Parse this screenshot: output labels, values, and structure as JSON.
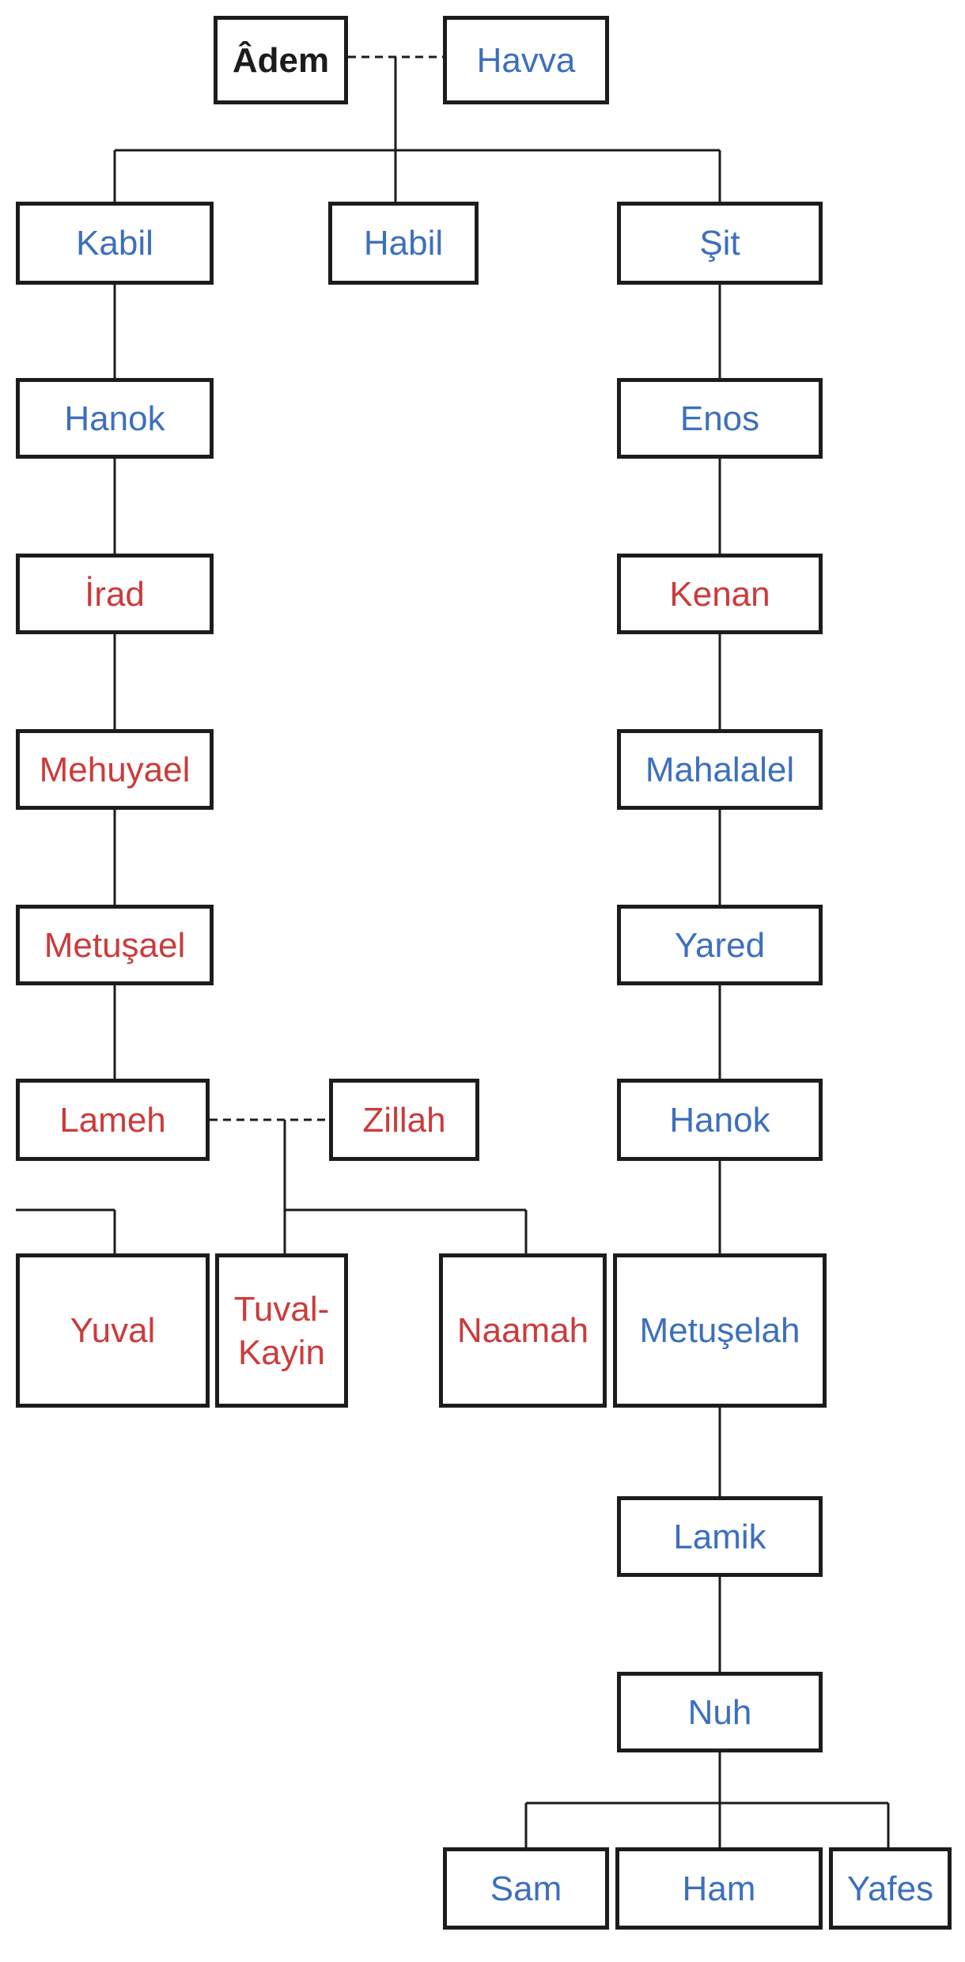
{
  "colors": {
    "blue": "#3d6fbe",
    "red": "#cc3b3b",
    "black": "#1c1c1c"
  },
  "people": {
    "adem": "Âdem",
    "havva": "Havva",
    "kabil": "Kabil",
    "habil": "Habil",
    "sit": "Şit",
    "hanok_kabil": "Hanok",
    "enos": "Enos",
    "irad": "İrad",
    "kenan": "Kenan",
    "mehuyael": "Mehuyael",
    "mahalalel": "Mahalalel",
    "metusael": "Metuşael",
    "yared": "Yared",
    "lameh": "Lameh",
    "zillah": "Zillah",
    "hanok_sit": "Hanok",
    "yuval": "Yuval",
    "tuval_kayin": "Tuval-\nKayin",
    "naamah": "Naamah",
    "metuselah": "Metuşelah",
    "lamik": "Lamik",
    "nuh": "Nuh",
    "sam": "Sam",
    "ham": "Ham",
    "yafes": "Yafes"
  }
}
